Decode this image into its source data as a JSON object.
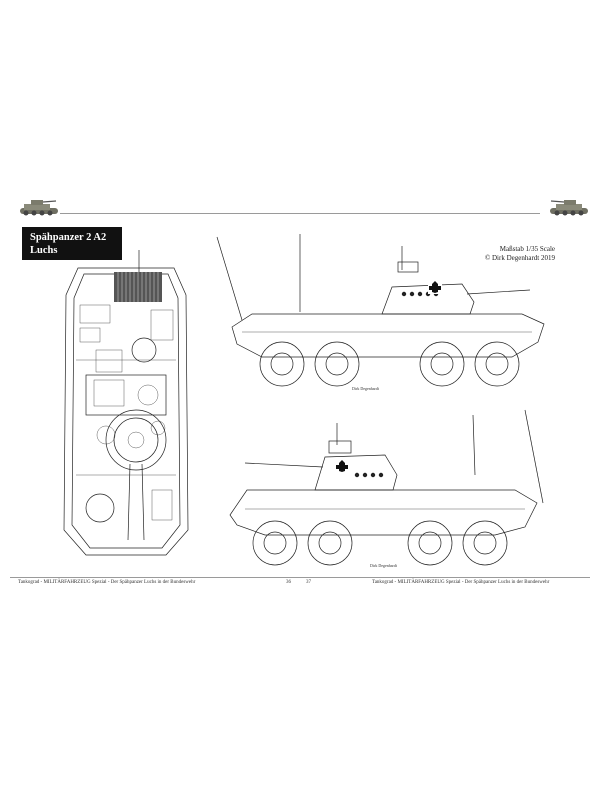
{
  "title": {
    "line1": "Spähpanzer 2 A2",
    "line2": "Luchs"
  },
  "scale": {
    "line1": "Maßstab 1/35 Scale",
    "line2": "© Dirk Degenhardt 2019"
  },
  "signature": "Dirk Degenhardt",
  "footer": {
    "left_text": "Tankograd - MILITÄRFAHRZEUG Spezial - Der Spähpanzer Luchs in der Bundeswehr",
    "left_page": "36",
    "right_page": "37",
    "right_text": "Tankograd - MILITÄRFAHRZEUG Spezial - Der Spähpanzer Luchs in der Bundeswehr"
  },
  "icons": [
    "tank-thumbnail-left",
    "tank-thumbnail-right",
    "balkenkreuz-icon"
  ]
}
